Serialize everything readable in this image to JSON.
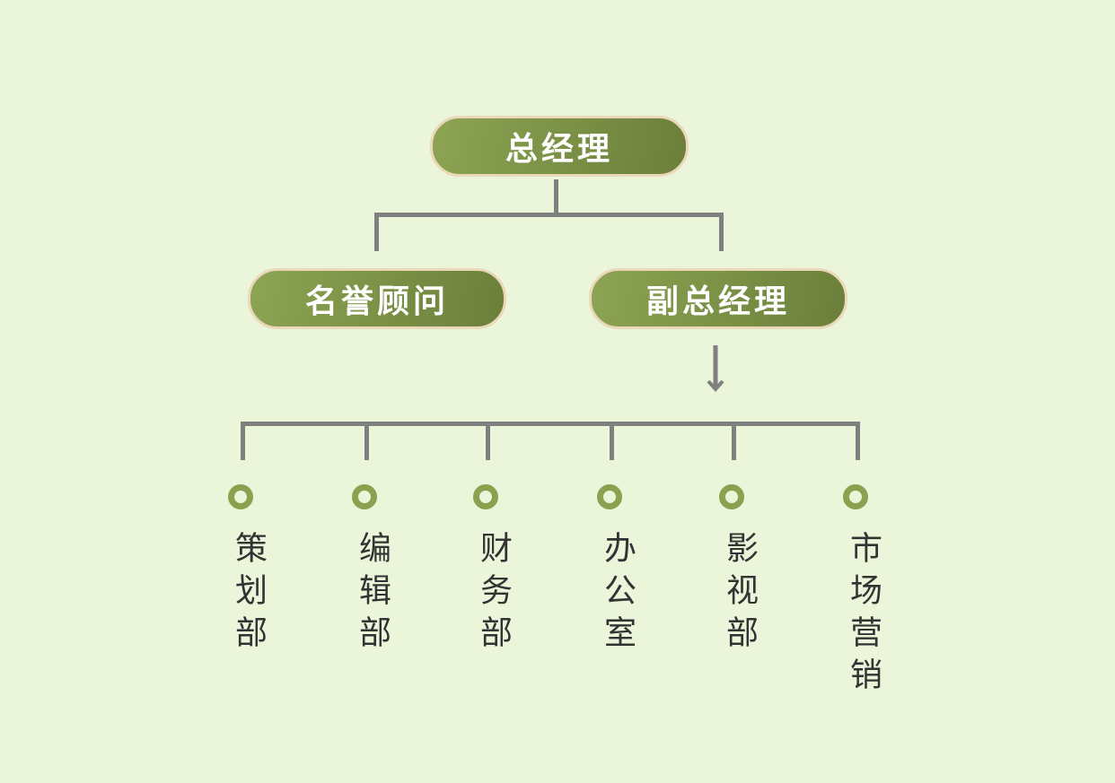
{
  "top": {
    "label": "总经理"
  },
  "second": [
    {
      "label": "名誉顾问"
    },
    {
      "label": "副总经理"
    }
  ],
  "departments": [
    {
      "label": "策划部"
    },
    {
      "label": "编辑部"
    },
    {
      "label": "财务部"
    },
    {
      "label": "办公室"
    },
    {
      "label": "影视部"
    },
    {
      "label": "市场营销"
    }
  ],
  "colors": {
    "background": "#ebf5da",
    "node": "#7a9145",
    "connector": "#808080",
    "dot": "#8aa14f"
  }
}
